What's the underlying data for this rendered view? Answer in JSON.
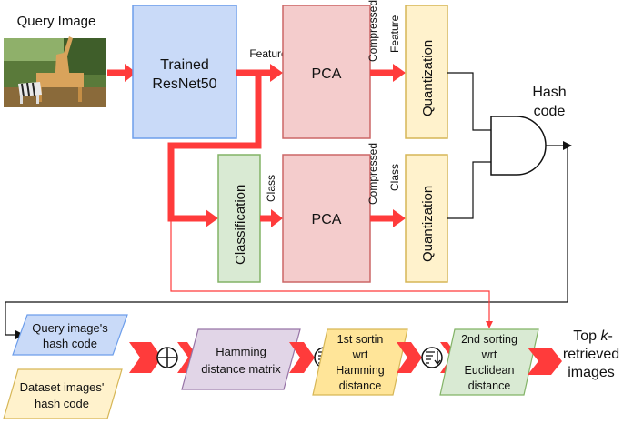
{
  "query_image": {
    "title": "Query Image",
    "icon": "giraffe-zebra-photo-icon"
  },
  "blocks": {
    "resnet": {
      "line1": "Trained",
      "line2": "ResNet50"
    },
    "pca_feature": "PCA",
    "pca_class": "PCA",
    "quant_feature": "Quantization",
    "quant_class": "Quantization",
    "classification": "Classification"
  },
  "edge_labels": {
    "feature": "Feature",
    "class": "Class",
    "compressed_feature": {
      "line1": "Compressed",
      "line2": "Feature"
    },
    "compressed_class": {
      "line1": "Compressed",
      "line2": "Class"
    }
  },
  "hash_code": {
    "line1": "Hash",
    "line2": "code"
  },
  "bottom": {
    "query_hash": {
      "line1": "Query image's",
      "line2": "hash code"
    },
    "dataset_hash": {
      "line1": "Dataset images'",
      "line2": "hash code"
    },
    "hamming": {
      "line1": "Hamming",
      "line2": "distance matrix"
    },
    "first_sort": {
      "line1": "1st sortin",
      "line2": "wrt",
      "line3": "Hamming",
      "line4": "distance"
    },
    "second_sort": {
      "line1": "2nd sorting",
      "line2": "wrt",
      "line3": "Euclidean",
      "line4": "distance"
    },
    "output": {
      "line1_prefix": "Top ",
      "line1_k": "k",
      "line1_suffix": "-",
      "line2": "retrieved",
      "line3": "images"
    }
  },
  "icons": [
    "xor-circle-icon",
    "sort-icon",
    "sort-icon",
    "and-gate-icon"
  ],
  "colors": {
    "blue_fill": "#c9daf8",
    "blue_stroke": "#6d9eeb",
    "red_fill": "#f4cccc",
    "red_stroke": "#cc6666",
    "yellow_fill": "#fff2cc",
    "yellow_stroke": "#d6b656",
    "green_fill": "#d9ead3",
    "green_stroke": "#82b366",
    "purple_fill": "#e1d5e7",
    "purple_stroke": "#9673a6",
    "sort1_fill": "#ffe599",
    "accent_red": "#ff3b3b"
  }
}
